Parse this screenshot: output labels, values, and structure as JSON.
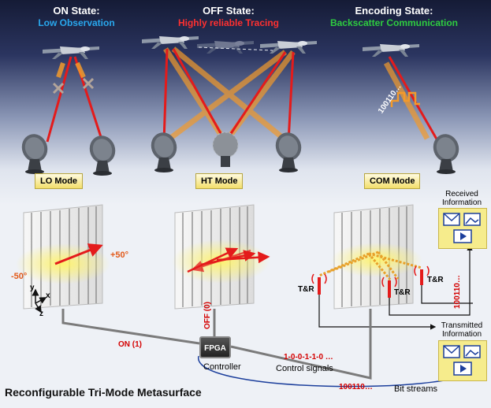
{
  "states": [
    {
      "title": "ON State:",
      "subtitle": "Low Observation",
      "color": "#29a8ee"
    },
    {
      "title": "OFF State:",
      "subtitle": "Highly reliable Tracing",
      "color": "#ff3030"
    },
    {
      "title": "Encoding State:",
      "subtitle": "Backscatter Communication",
      "color": "#2ecc40"
    }
  ],
  "modes": [
    "LO Mode",
    "HT Mode",
    "COM Mode"
  ],
  "angles": {
    "left": "-50°",
    "right": "+50°"
  },
  "axes": {
    "y": "y",
    "x": "x",
    "z": "z"
  },
  "signals": {
    "on": "ON (1)",
    "off": "OFF (0)",
    "sequence": "1-0-0-1-1-0 …",
    "bits": "100110…",
    "bits_received": "100110…",
    "encoded_wave": "100110…"
  },
  "fpga": "FPGA",
  "controller": "Controller",
  "control_signals": "Control signals",
  "bit_streams": "Bit streams",
  "tr": "T&R",
  "received": {
    "line1": "Received",
    "line2": "Information"
  },
  "transmitted": {
    "line1": "Transmitted",
    "line2": "Information"
  },
  "footer": "Reconfigurable Tri-Mode Metasurface",
  "colors": {
    "red": "#e41b1b",
    "orange": "#f39a2b",
    "yellow": "#f5e64a",
    "wire": "#777777"
  }
}
